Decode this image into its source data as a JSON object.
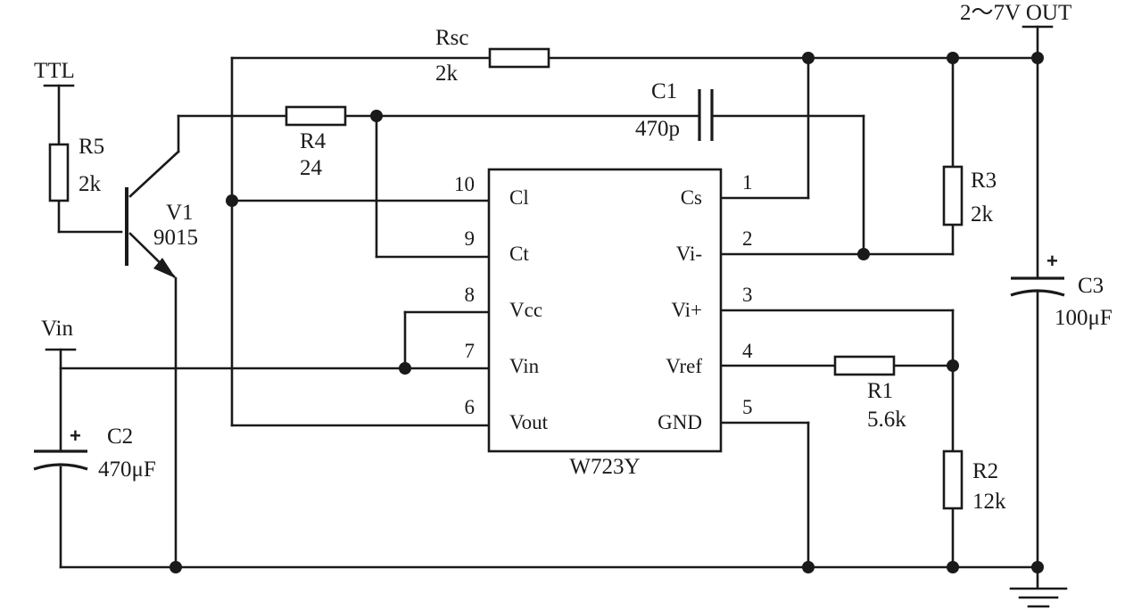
{
  "title": "2～7V OUT",
  "ic": {
    "name": "W723Y",
    "pins": [
      {
        "number": "10",
        "name": "Cl"
      },
      {
        "number": "9",
        "name": "Ct"
      },
      {
        "number": "8",
        "name": "Vcc"
      },
      {
        "number": "7",
        "name": "Vin"
      },
      {
        "number": "6",
        "name": "Vout"
      },
      {
        "number": "1",
        "name": "Cs"
      },
      {
        "number": "2",
        "name": "Vi-"
      },
      {
        "number": "3",
        "name": "Vi+"
      },
      {
        "number": "4",
        "name": "Vref"
      },
      {
        "number": "5",
        "name": "GND"
      }
    ]
  },
  "components": {
    "rsc": {
      "ref": "Rsc",
      "value": "2k"
    },
    "r4": {
      "ref": "R4",
      "value": "24"
    },
    "r5": {
      "ref": "R5",
      "value": "2k"
    },
    "r3": {
      "ref": "R3",
      "value": "2k"
    },
    "r1": {
      "ref": "R1",
      "value": "5.6k"
    },
    "r2": {
      "ref": "R2",
      "value": "12k"
    },
    "c1": {
      "ref": "C1",
      "value": "470p"
    },
    "c2": {
      "ref": "C2",
      "value": "470μF"
    },
    "c3": {
      "ref": "C3",
      "value": "100μF"
    },
    "v1": {
      "ref": "V1",
      "value": "9015"
    }
  },
  "terminals": {
    "ttl": "TTL",
    "vin": "Vin",
    "out": "2～7V OUT"
  },
  "polarity_mark": "+"
}
